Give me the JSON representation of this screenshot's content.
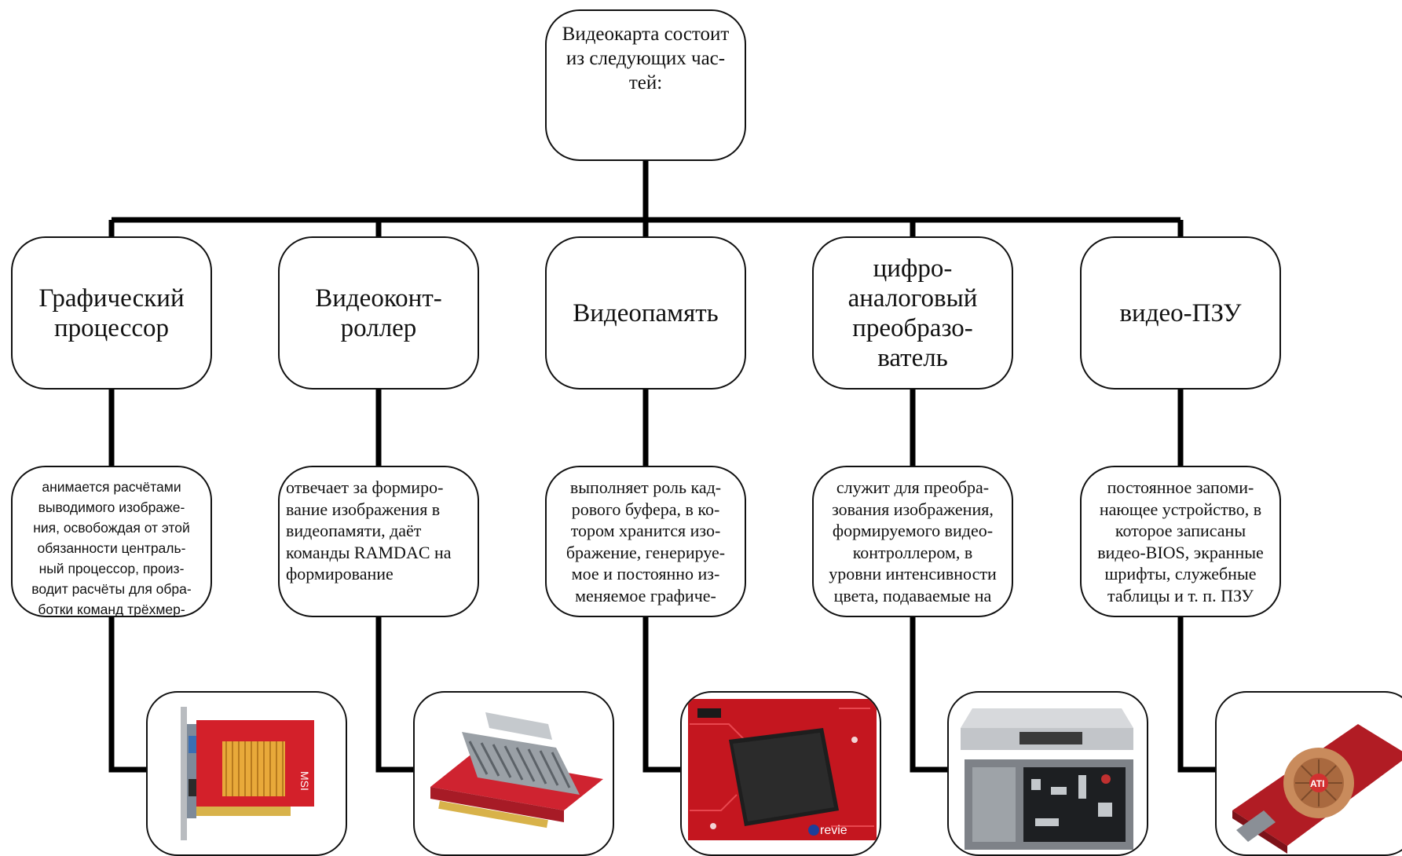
{
  "root": {
    "text": "Видеокарта состоит\nиз следующих час-\nтей:"
  },
  "nodes": [
    {
      "title": "Графический\nпроцессор",
      "description": "анимается расчётами\nвыводимого изображе-\nния, освобождая от этой\nобязанности централь-\nный процессор, произ-\nводит расчёты для обра-\nботки команд трёхмер-"
    },
    {
      "title": "Видеоконт-\nроллер",
      "description": "отвечает за формиро-\nвание изображения в\nвидеопамяти, даёт\nкоманды RAMDAC на\nформирование"
    },
    {
      "title": "Видеопамять",
      "description": "выполняет роль кад-\nрового буфера, в ко-\nтором хранится изо-\nбражение, генерируе-\nмое и постоянно из-\nменяемое графиче-"
    },
    {
      "title": "цифро-\nаналоговый\nпреобразо-\nватель",
      "description": "служит для преобра-\nзования изображения,\nформируемого видео-\nконтроллером, в\nуровни интенсивности\nцвета, подаваемые на"
    },
    {
      "title": "видео-ПЗУ",
      "description": "постоянное запоми-\nнающее устройство, в\nкоторое записаны\nвидео-BIOS, экранные\nшрифты, служебные\nтаблицы и т. п. ПЗУ"
    }
  ],
  "images": {
    "logo_msi": "MSI",
    "logo_ati": "ATI",
    "watermark": "revie"
  }
}
